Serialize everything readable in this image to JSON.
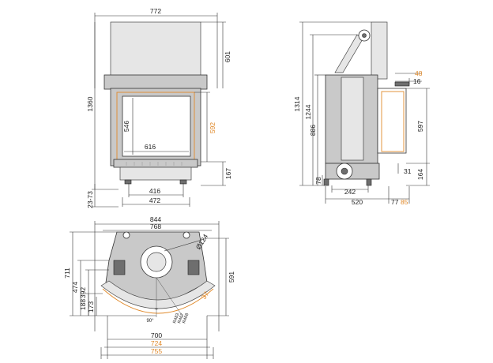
{
  "front": {
    "width_total": "772",
    "height_total": "1360",
    "height_top": "601",
    "height_bottom": "167",
    "glass_width": "616",
    "glass_height": "546",
    "frame_height_orange": "592",
    "legs_width": "416",
    "base_width": "472",
    "legs_adjust": "23-73"
  },
  "side": {
    "height_total": "1314",
    "height_outlet": "1244",
    "height_886": "886",
    "height_597": "597",
    "height_164": "164",
    "height_31": "31",
    "height_78": "78",
    "depth_242": "242",
    "depth_520": "520",
    "depth_77": "77",
    "depth_85_orange": "85",
    "top_16": "16",
    "top_48_orange": "48"
  },
  "plan": {
    "width_844": "844",
    "width_768": "768",
    "flue_diameter": "Ø124",
    "depth_711": "711",
    "depth_591": "591",
    "depth_474": "474",
    "depth_392": "392",
    "depth_188": "188",
    "depth_173": "173",
    "angle_37_orange": "37",
    "angle_90": "90°",
    "radius_labels": [
      "R483",
      "R467",
      "R468"
    ],
    "width_700": "700",
    "width_724_orange": "724",
    "width_755_orange": "755"
  },
  "colors": {
    "accent": "#e0892a",
    "line": "#333333",
    "fill": "#c9c9c9"
  }
}
